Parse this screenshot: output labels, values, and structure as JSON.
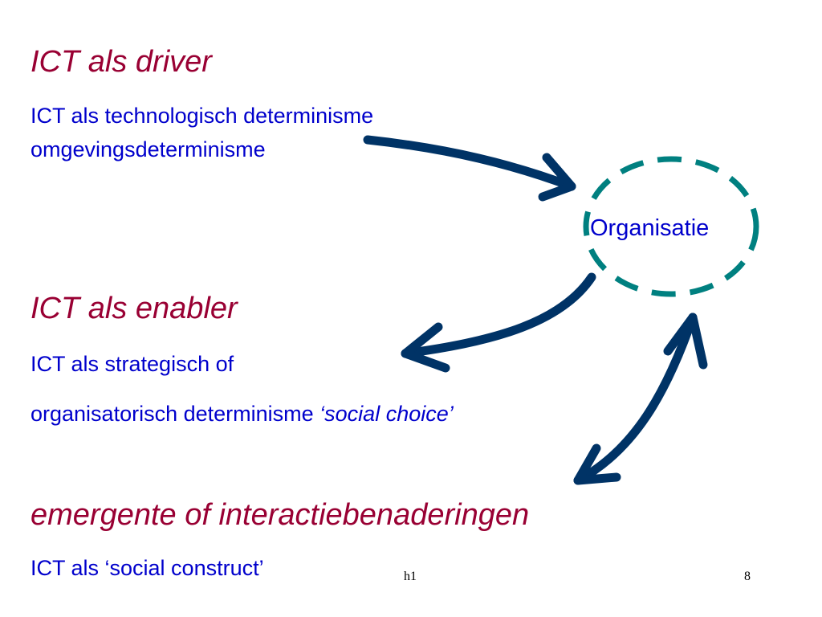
{
  "colors": {
    "heading": "#990033",
    "body": "#0000cc",
    "arrow": "#003366",
    "ellipse": "#008080"
  },
  "sections": {
    "driver": {
      "heading": "ICT als driver",
      "line1": "ICT als technologisch determinisme",
      "line2": "omgevingsdeterminisme"
    },
    "enabler": {
      "heading": "ICT als enabler",
      "line1": "ICT als strategisch of",
      "line2": "organisatorisch determinisme",
      "line2_emphasis": "‘social choice’"
    },
    "emergent": {
      "heading": "emergente of interactiebenaderingen",
      "line1": "ICT als ‘social construct’"
    }
  },
  "diagram": {
    "center_label": "Organisatie"
  },
  "footer": {
    "label": "h1",
    "page_number": "8"
  }
}
